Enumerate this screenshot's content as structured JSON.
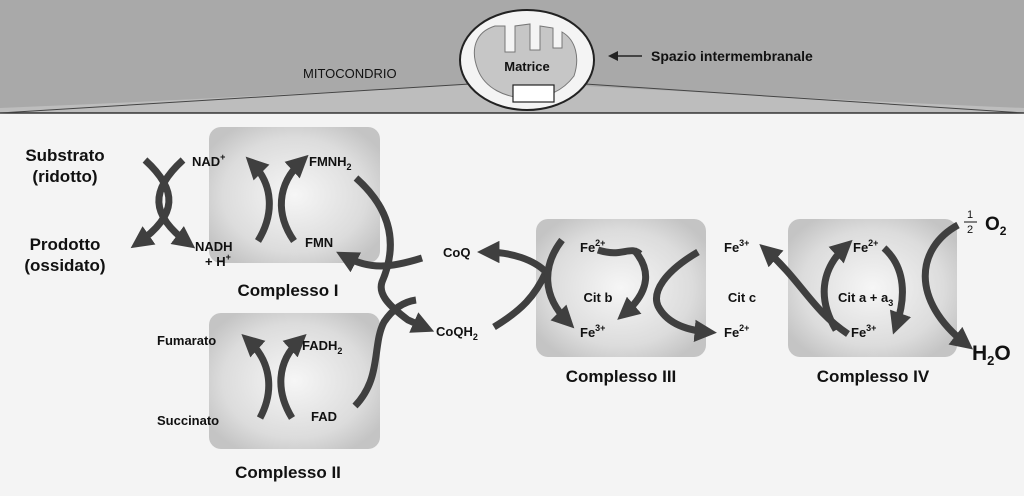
{
  "header": {
    "mito_label": "MITOCONDRIO",
    "matrix_label": "Matrice",
    "intermembrane_label": "Spazio intermembranale"
  },
  "left": {
    "substrate_line1": "Substrato",
    "substrate_line2": "(ridotto)",
    "product_line1": "Prodotto",
    "product_line2": "(ossidato)"
  },
  "complex1": {
    "name": "Complesso I",
    "nad": "NAD",
    "nad_sup": "+",
    "nadh": "NADH",
    "hplus": "+ H",
    "hplus_sup": "+",
    "fmnh": "FMNH",
    "fmnh_sub": "2",
    "fmn": "FMN"
  },
  "complex2": {
    "name": "Complesso II",
    "fumarato": "Fumarato",
    "succinato": "Succinato",
    "fadh": "FADH",
    "fadh_sub": "2",
    "fad": "FAD"
  },
  "coq": {
    "coq": "CoQ",
    "coqh": "CoQH",
    "coqh_sub": "2"
  },
  "complex3": {
    "name": "Complesso III",
    "fe2_top": "Fe",
    "fe2_top_sup": "2+",
    "cit_b": "Cit b",
    "fe3_bottom": "Fe",
    "fe3_bottom_sup": "3+"
  },
  "cytc": {
    "fe3": "Fe",
    "fe3_sup": "3+",
    "label": "Cit c",
    "fe2": "Fe",
    "fe2_sup": "2+"
  },
  "complex4": {
    "name": "Complesso IV",
    "fe2_top": "Fe",
    "fe2_top_sup": "2+",
    "cit_a": "Cit a + a",
    "cit_a_sub": "3",
    "fe3_bottom": "Fe",
    "fe3_bottom_sup": "3+"
  },
  "oxygen": {
    "num": "1",
    "den": "2",
    "o": "O",
    "o_sub": "2",
    "water_h": "H",
    "water_sub": "2",
    "water_o": "O"
  },
  "colors": {
    "header_bg": "#a9a9a9",
    "body_bg": "#f4f4f4",
    "box_fill": "#d3d3d3",
    "arrow": "#3f3f3f"
  }
}
